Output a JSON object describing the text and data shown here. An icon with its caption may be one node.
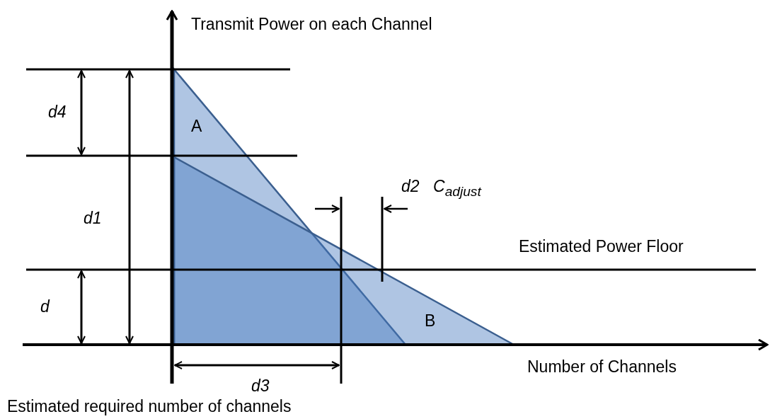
{
  "diagram": {
    "labels": [
      "Transmit Power on each Channel",
      "d4",
      "A",
      "d1",
      "d2",
      "C$_{adjust}$",
      "Estimated Power Floor",
      "d",
      "B",
      "Number of Channels",
      "d3",
      "Estimated required number of channels"
    ]
  }
}
